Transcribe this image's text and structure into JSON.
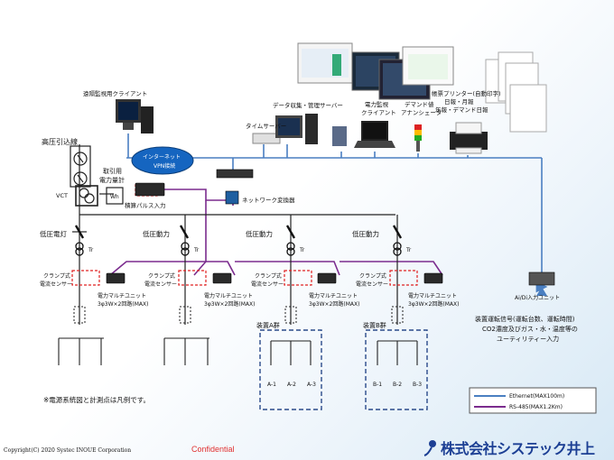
{
  "labels": {
    "remote_client": "遠隔監視用クライアント",
    "data_server": "データ収集・管理サーバー",
    "power_client_1": "電力監視",
    "power_client_2": "クライアント",
    "demand_1": "デマンド値",
    "demand_2": "アナンシェータ",
    "printer_1": "帳票プリンター(自動印字)",
    "printer_2": "日報・月報",
    "printer_3": "年報・デマンド日報",
    "time_server": "タイムサーバー",
    "internet_1": "インターネット",
    "internet_2": "VPN接続",
    "hv_line": "高压引込線",
    "meter_1": "取引用",
    "meter_2": "電力量計",
    "vct": "VCT",
    "wh": "Wh",
    "pulse_input": "積算パルス入力",
    "converter": "ネットワーク変換器",
    "tr": "Tr",
    "feeders": [
      "低圧電灯",
      "低圧動力",
      "低圧動力",
      "低圧動力"
    ],
    "clamp_1": "クランプ式",
    "clamp_2": "電流センサー",
    "multi_1": "電力マルチユニット",
    "multi_2": "3φ3W×2回路(MAX)",
    "aio": "Ai/Di入力ユニット",
    "group_a": "装置A群",
    "group_b": "装置B群",
    "a_branches": [
      "A-1",
      "A-2",
      "A-3"
    ],
    "b_branches": [
      "B-1",
      "B-2",
      "B-3"
    ],
    "signal_1": "装置運転信号(運転台数、運転時間)",
    "signal_2": "CO2濃度及びガス・水・温度等の",
    "signal_3": "ユーティリティー入力",
    "note": "※電源系統図と計測点は凡例です。",
    "legend_eth": "Ethernet(MAX100m)",
    "legend_rs": "RS-485(MAX1.2Km)",
    "copyright": "Copyright(C) 2020 Systec INOUE Corporation",
    "confidential": "Confidential",
    "company": "株式会社システック井上"
  },
  "colors": {
    "ethernet": "#4a7fc1",
    "rs485": "#7b2c8e",
    "sensor_box": "#e02020",
    "group_box": "#2a4a8a",
    "confidential": "#e03030",
    "company": "#1c3f94"
  },
  "icons": [
    "monitor-icon",
    "server-icon",
    "laptop-icon",
    "printer-icon",
    "signal-tower-icon",
    "globe-icon",
    "breaker-icon",
    "transformer-icon",
    "meter-icon"
  ]
}
